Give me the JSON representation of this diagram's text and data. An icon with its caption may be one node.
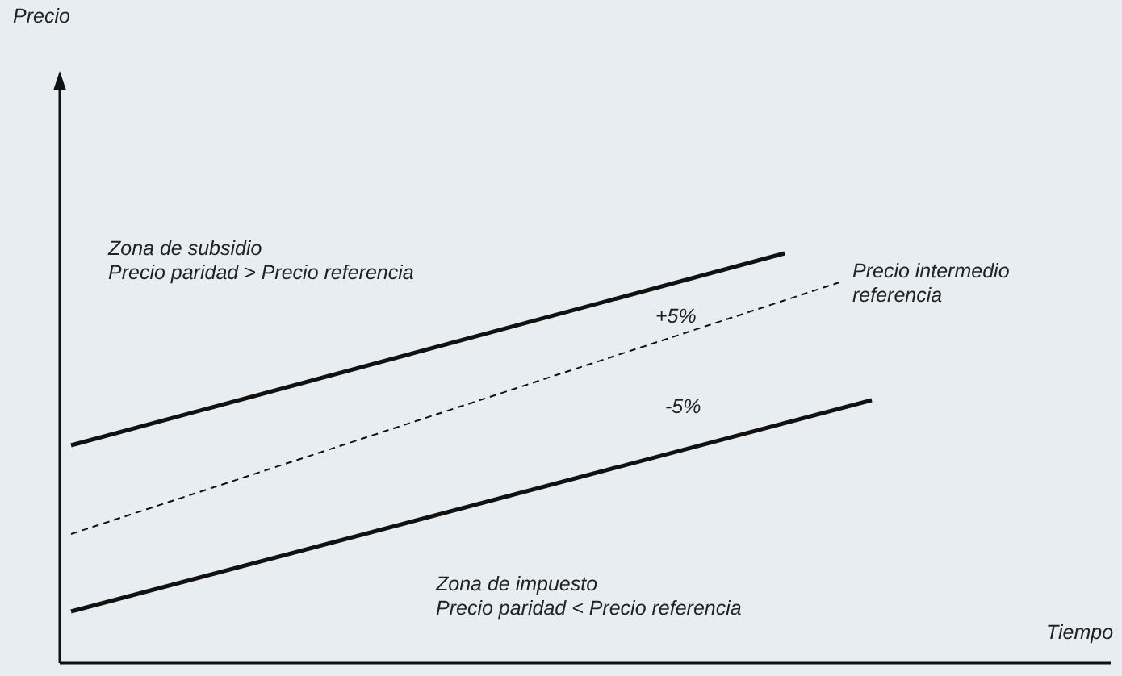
{
  "diagram": {
    "labels": [
      "Precio",
      "Zona de subsidio",
      "Precio paridad > Precio referencia",
      "Precio intermedio referencia",
      "+5%",
      "-5%",
      "Zona de impuesto",
      "Precio paridad < Precio referencia",
      "Tiempo"
    ]
  }
}
